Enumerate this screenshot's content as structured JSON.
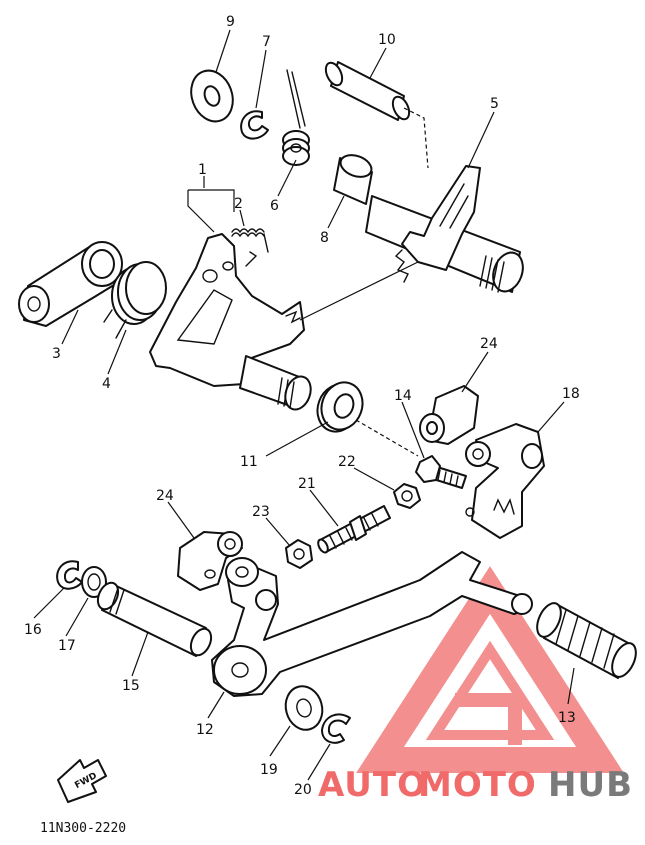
{
  "callouts": [
    "1",
    "2",
    "3",
    "4",
    "5",
    "6",
    "7",
    "8",
    "9",
    "10",
    "11",
    "12",
    "13",
    "14",
    "15",
    "16",
    "17",
    "18",
    "19",
    "20",
    "21",
    "22",
    "23",
    "24",
    "24"
  ],
  "diagram_code": "11N300-2220",
  "direction_arrow_label": "FWD",
  "watermark": {
    "text_part1": "AUTO",
    "text_part2": "MOTO",
    "text_part3": "HUB",
    "color_red": "#f06a6a",
    "color_gray": "#7a7a7a"
  },
  "colors": {
    "line": "#111111",
    "background": "#ffffff"
  }
}
